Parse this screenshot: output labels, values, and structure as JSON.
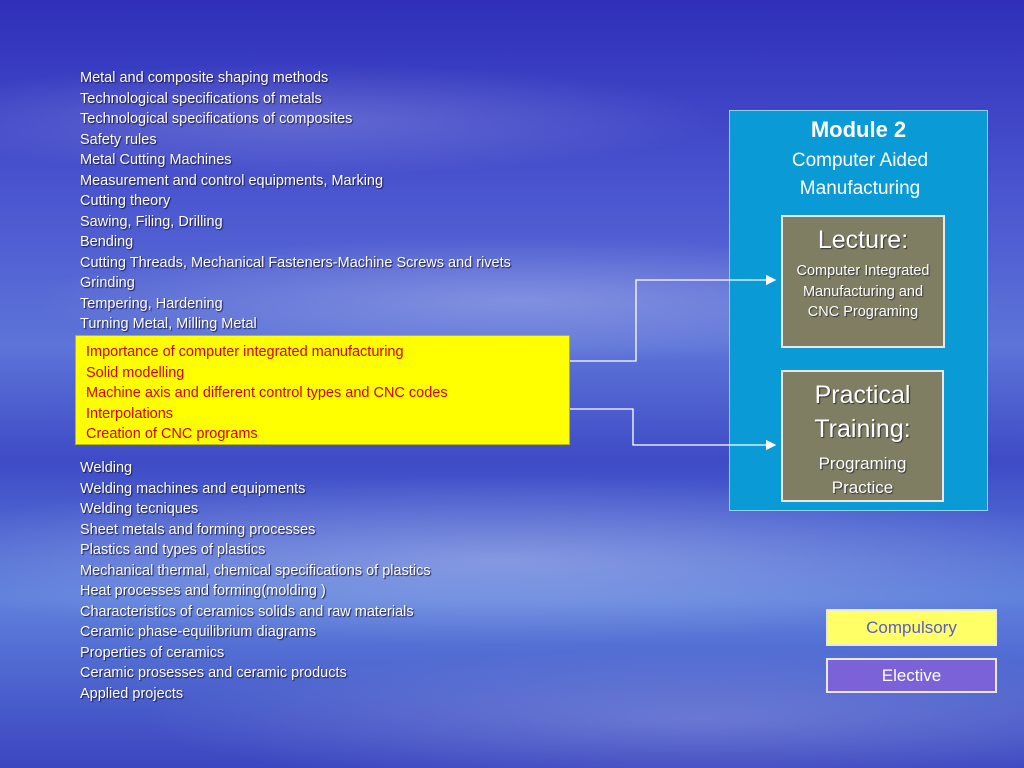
{
  "topics_top": [
    "Metal and composite shaping methods",
    "Technological specifications of metals",
    "Technological specifications of composites",
    "Safety rules",
    "Metal Cutting Machines",
    "Measurement and control equipments, Marking",
    "Cutting theory",
    "Sawing, Filing, Drilling",
    "Bending",
    "Cutting Threads, Mechanical Fasteners-Machine Screws and rivets",
    "Grinding",
    "Tempering, Hardening",
    "Turning Metal, Milling Metal"
  ],
  "highlighted_topics": [
    "Importance of computer integrated manufacturing",
    "Solid modelling",
    "Machine axis and different control types and CNC codes",
    "Interpolations",
    "Creation of CNC programs"
  ],
  "topics_bottom": [
    "Welding",
    "Welding machines and equipments",
    "Welding tecniques",
    "Sheet metals and forming processes",
    "Plastics and types of plastics",
    "Mechanical thermal, chemical specifications of plastics",
    "Heat processes and forming(molding )",
    "Characteristics of ceramics solids and raw materials",
    "Ceramic phase-equilibrium diagrams",
    "Properties of ceramics",
    "Ceramic prosesses and ceramic products",
    "Applied projects"
  ],
  "module": {
    "title": "Module 2",
    "subtitle": "Computer Aided Manufacturing",
    "lecture": {
      "title": "Lecture:",
      "body": "Computer Integrated Manufacturing and CNC Programing"
    },
    "practical": {
      "title": "Practical Training:",
      "body": "Programing Practice"
    }
  },
  "legend": {
    "compulsory": "Compulsory",
    "elective": "Elective"
  },
  "colors": {
    "highlight": "#ffff00",
    "highlight_text": "#d40000",
    "module_bg": "#0a9ad6",
    "box_bg": "#7f7e62",
    "compulsory": "#ffff66",
    "elective": "#7b62d8"
  }
}
